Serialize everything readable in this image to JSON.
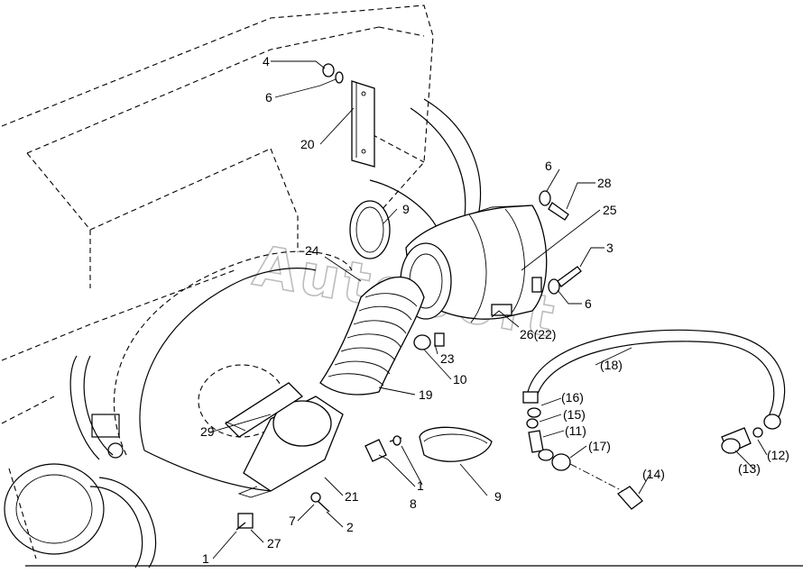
{
  "watermark": "AutoSoft",
  "callouts": {
    "c1a": "1",
    "c1b": "1",
    "c2": "2",
    "c3": "3",
    "c4": "4",
    "c6a": "6",
    "c6b": "6",
    "c6c": "6",
    "c7": "7",
    "c8": "8",
    "c9a": "9",
    "c9b": "9",
    "c10": "10",
    "c11": "(11)",
    "c12": "(12)",
    "c13": "(13)",
    "c14": "(14)",
    "c15": "(15)",
    "c16": "(16)",
    "c17": "(17)",
    "c18": "(18)",
    "c19": "19",
    "c20": "20",
    "c21": "21",
    "c22": "26(22)",
    "c23": "23",
    "c24": "24",
    "c25": "25",
    "c27": "27",
    "c28": "28",
    "c29": "29"
  }
}
